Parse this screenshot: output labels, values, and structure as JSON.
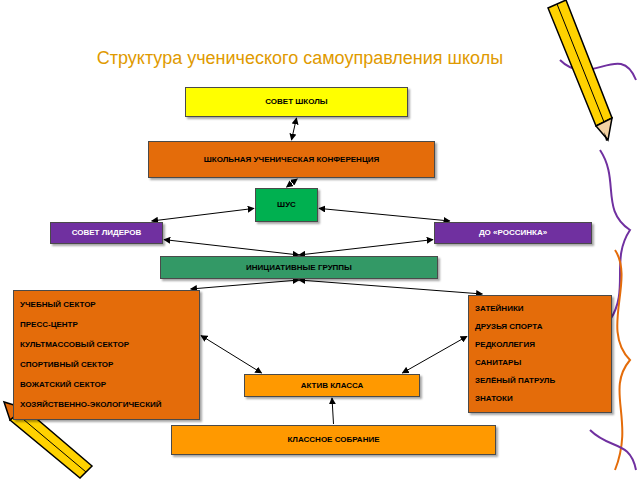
{
  "diagram": {
    "title": "Структура ученического самоуправления школы",
    "nodes": [
      {
        "text": [
          "СОВЕТ ШКОЛЫ"
        ]
      },
      {
        "text": [
          "ШКОЛЬНАЯ  УЧЕНИЧЕСКАЯ КОНФЕРЕНЦИЯ"
        ]
      },
      {
        "text": [
          "ШУС"
        ]
      },
      {
        "text": [
          "СОВЕТ ЛИДЕРОВ"
        ]
      },
      {
        "text": [
          "ДО «РОССИНКА»"
        ]
      },
      {
        "text": [
          "ИНИЦИАТИВНЫЕ ГРУППЫ"
        ]
      },
      {
        "text": [
          "УЧЕБНЫЙ СЕКТОР",
          "ПРЕСС-ЦЕНТР",
          "КУЛЬТМАССОВЫЙ СЕКТОР",
          "СПОРТИВНЫЙ СЕКТОР",
          "ВОЖАТСКИЙ СЕКТОР",
          "ХОЗЯЙСТВЕННО-ЭКОЛОГИЧЕСКИЙ"
        ]
      },
      {
        "text": [
          "ЗАТЕЙНИКИ",
          "ДРУЗЬЯ СПОРТА",
          "РЕДКОЛЛЕГИЯ",
          "САНИТАРЫ",
          "ЗЕЛЁНЫЙ ПАТРУЛЬ",
          "ЗНАТОКИ"
        ]
      },
      {
        "text": [
          "АКТИВ КЛАССА"
        ]
      },
      {
        "text": [
          "КЛАССНОЕ СОБРАНИЕ"
        ]
      }
    ],
    "edges": [
      {
        "from": 0,
        "to": 1,
        "arrow": "both"
      },
      {
        "from": 1,
        "to": 2,
        "arrow": "both"
      },
      {
        "from": 2,
        "to": 3,
        "arrow": "both"
      },
      {
        "from": 2,
        "to": 4,
        "arrow": "both"
      },
      {
        "from": 3,
        "to": 5,
        "arrow": "both"
      },
      {
        "from": 4,
        "to": 5,
        "arrow": "both"
      },
      {
        "from": 5,
        "to": 6,
        "arrow": "both"
      },
      {
        "from": 5,
        "to": 7,
        "arrow": "both"
      },
      {
        "from": 8,
        "to": 6,
        "arrow": "both"
      },
      {
        "from": 8,
        "to": 7,
        "arrow": "both"
      },
      {
        "from": 9,
        "to": 8,
        "arrow": "to"
      }
    ]
  }
}
